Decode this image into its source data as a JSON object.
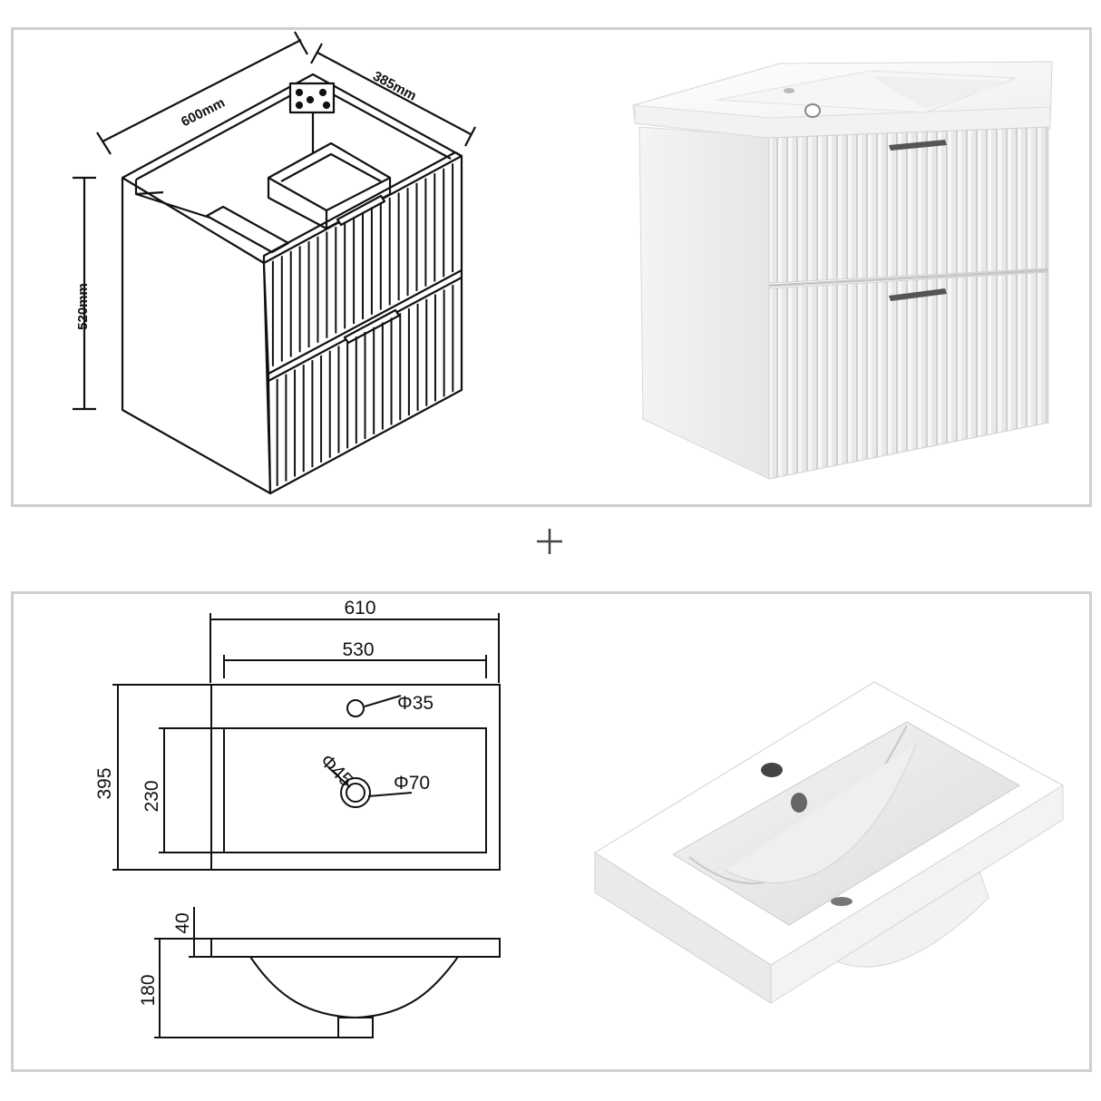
{
  "cabinet_drawing": {
    "width_label": "600mm",
    "depth_label": "385mm",
    "height_label": "520mm"
  },
  "basin_drawing": {
    "outer_width": "610",
    "inner_width": "530",
    "outer_depth": "395",
    "inner_depth": "230",
    "tap_hole": "Φ35",
    "drain_hole": "Φ45",
    "drain_rim": "Φ70",
    "rim_height": "40",
    "bowl_height": "180"
  },
  "separator_symbol": "+"
}
